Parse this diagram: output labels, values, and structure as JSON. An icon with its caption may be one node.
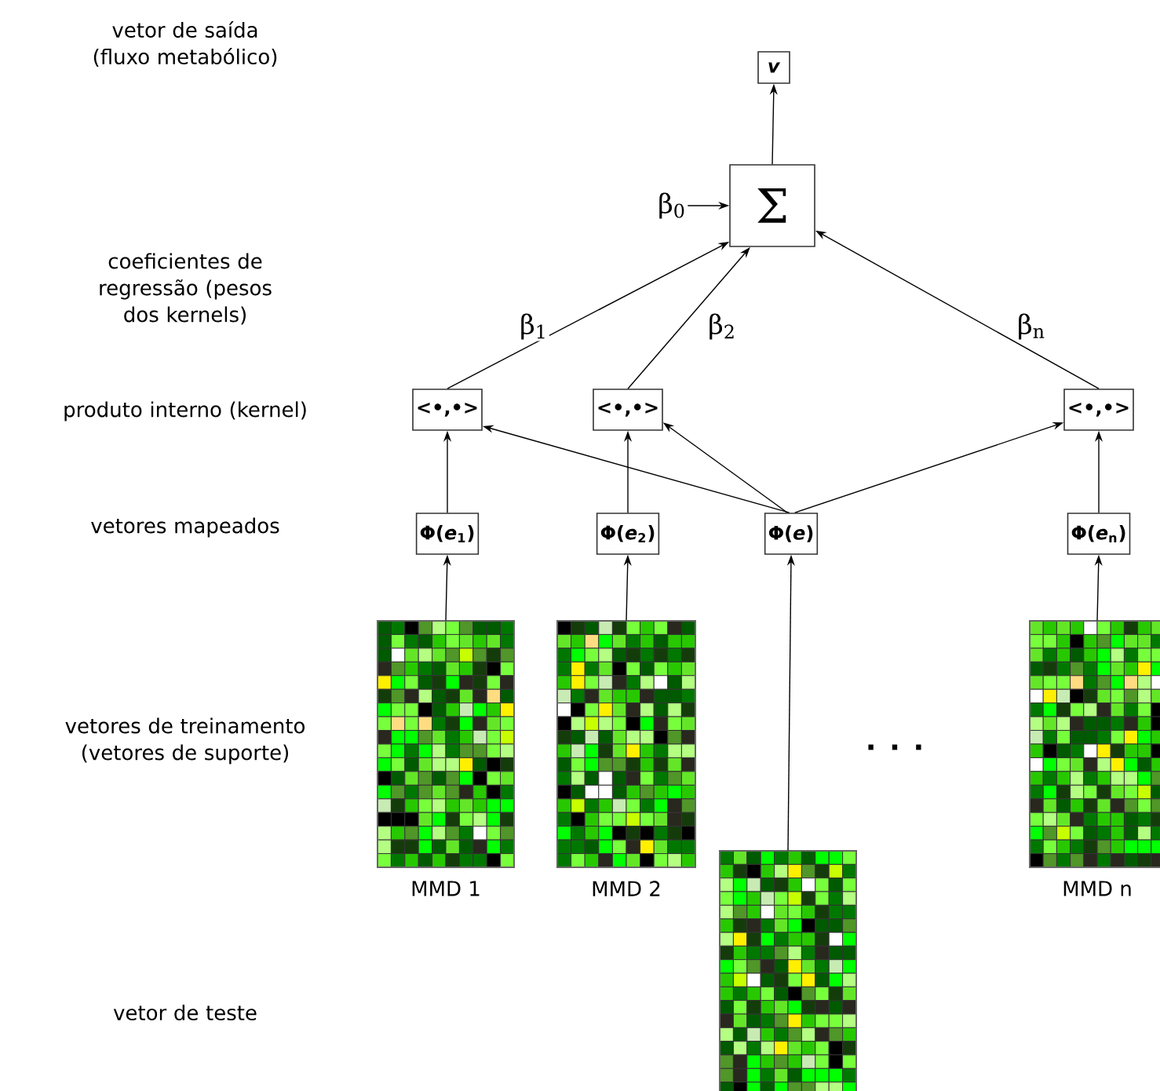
{
  "diagram": {
    "nodes": [
      {
        "text": [
          "*v*"
        ]
      },
      {
        "text": [
          "Σ"
        ]
      },
      {
        "text": [
          "β$_{0}$"
        ]
      },
      {
        "text": [
          "<•,•>"
        ]
      },
      {
        "text": [
          "<•,•>"
        ]
      },
      {
        "text": [
          "<•,•>"
        ]
      },
      {
        "text": [
          "Φ(*e*$_{1}$)"
        ]
      },
      {
        "text": [
          "Φ(*e*$_{2}$)"
        ]
      },
      {
        "text": [
          "Φ(*e*)"
        ]
      },
      {
        "text": [
          "Φ(*e*$_{n}$)"
        ]
      },
      {
        "text": [],
        "shape": "picture",
        "beside": [
          "MMD 1"
        ]
      },
      {
        "text": [],
        "shape": "picture",
        "beside": [
          "MMD 2"
        ]
      },
      {
        "text": [],
        "shape": "picture"
      },
      {
        "text": [],
        "shape": "picture",
        "beside": [
          "MMD n"
        ]
      }
    ],
    "edges": [
      {
        "from": 1,
        "to": 0,
        "arrow": "to"
      },
      {
        "from": 2,
        "to": 1,
        "arrow": "to"
      },
      {
        "from": 3,
        "to": 1,
        "arrow": "to",
        "label": "β$_{1}$"
      },
      {
        "from": 4,
        "to": 1,
        "arrow": "to",
        "label": "β$_{2}$"
      },
      {
        "from": 5,
        "to": 1,
        "arrow": "to",
        "label": "β$_{n}$"
      },
      {
        "from": 6,
        "to": 3,
        "arrow": "to"
      },
      {
        "from": 7,
        "to": 4,
        "arrow": "to"
      },
      {
        "from": 9,
        "to": 5,
        "arrow": "to"
      },
      {
        "from": 8,
        "to": 3,
        "arrow": "to"
      },
      {
        "from": 8,
        "to": 4,
        "arrow": "to"
      },
      {
        "from": 8,
        "to": 5,
        "arrow": "to"
      },
      {
        "from": 10,
        "to": 6,
        "arrow": "to"
      },
      {
        "from": 11,
        "to": 7,
        "arrow": "to"
      },
      {
        "from": 12,
        "to": 8,
        "arrow": "to"
      },
      {
        "from": 13,
        "to": 9,
        "arrow": "to"
      }
    ],
    "labels": [
      "vetor de saída (fluxo metabólico)",
      "coeficientes de regressão (pesos dos kernels)",
      "produto interno (kernel)",
      "vetores mapeados",
      "vetores de treinamento (vetores de suporte)",
      ". . .",
      "vetor de teste"
    ]
  }
}
